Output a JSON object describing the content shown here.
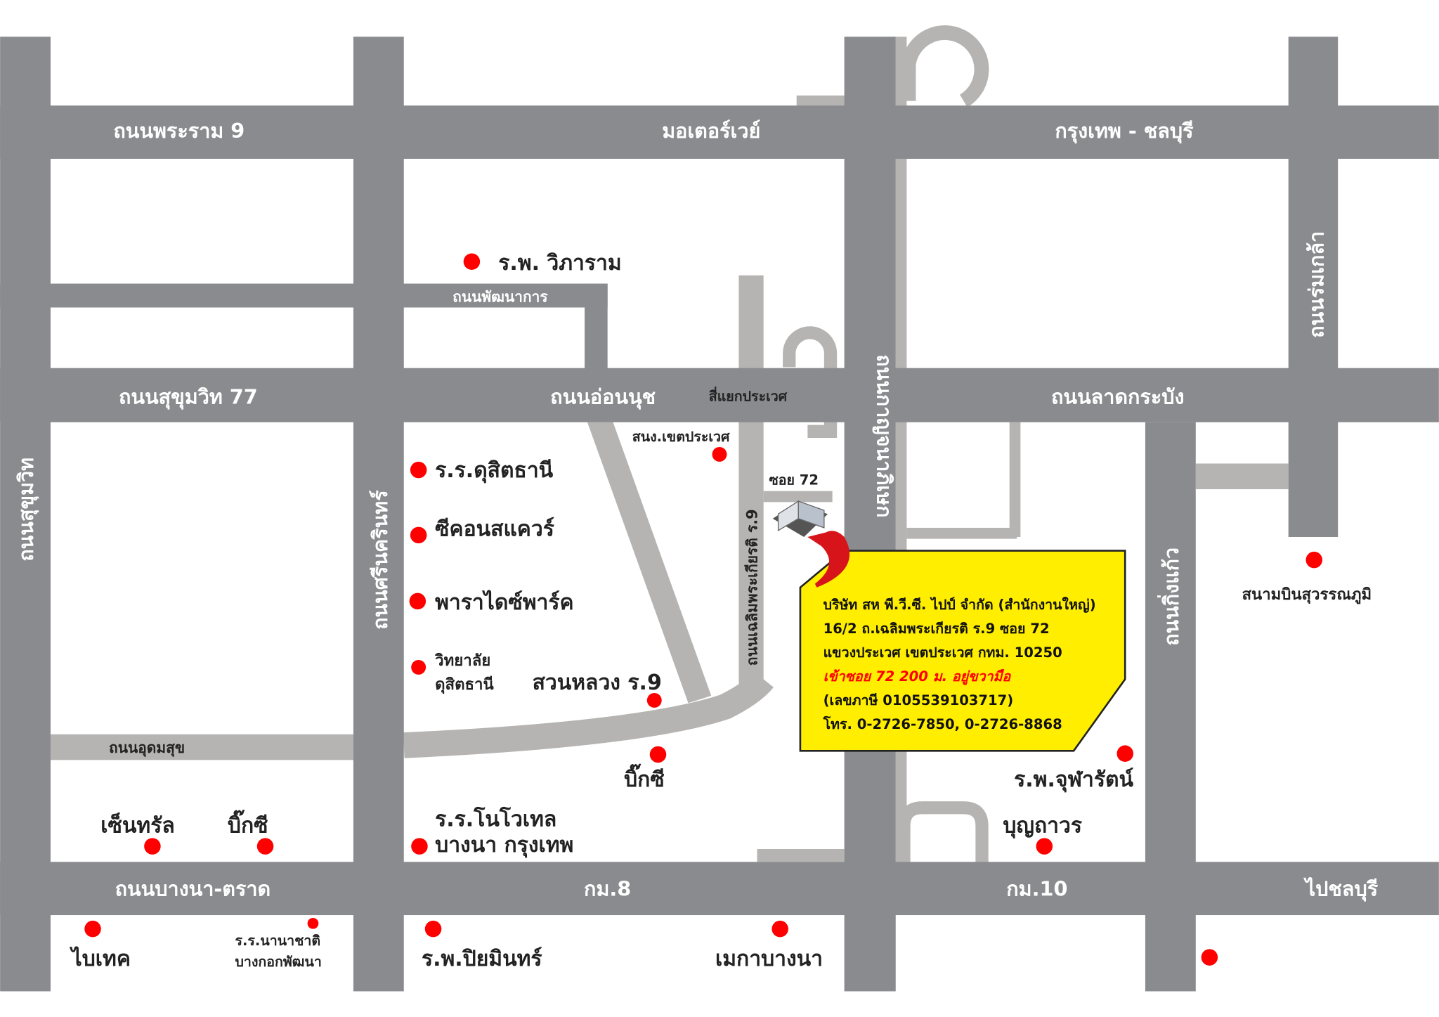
{
  "roads": {
    "rama9": "ถนนพระราม 9",
    "motorway": "มอเตอร์เวย์",
    "bkk_chonburi": "กรุงเทพ - ชลบุรี",
    "romklao": "ถนนร่มเกล้า",
    "phatthanakan": "ถนนพัฒนาการ",
    "sukhumvit77": "ถนนสุขุมวิท 77",
    "onnut": "ถนนอ่อนนุช",
    "siyaek_prawet": "สี่แยกประเวศ",
    "latkrabang": "ถนนลาดกระบัง",
    "kanchanaphisek": "ถนนกาญจนาภิเษก",
    "sukhumvit": "ถนนสุขุมวิท",
    "srinakarin": "ถนนศรีนครินทร์",
    "chaloem": "ถนนเฉลิมพระเกียรติ ร.9",
    "soi72": "ซอย 72",
    "kingkaew": "ถนนกิ่งแก้ว",
    "udomsuk": "ถนนอุดมสุข",
    "bangna_trat": "ถนนบางนา-ตราด",
    "km8": "กม.8",
    "km10": "กม.10",
    "to_chonburi": "ไปชลบุรี"
  },
  "places": {
    "vibharam": "ร.พ. วิภาราม",
    "prawet_office": "สนง.เขตประเวศ",
    "dusit_school": "ร.ร.ดุสิตธานี",
    "seacon": "ซีคอนสแควร์",
    "paradise": "พาราไดซ์พาร์ค",
    "dusit_college_1": "วิทยาลัย",
    "dusit_college_2": "ดุสิตธานี",
    "suanluang": "สวนหลวง ร.9",
    "bigc1": "บิ๊กซี",
    "central": "เซ็นทรัล",
    "bigc2": "บิ๊กซี",
    "novotel_1": "ร.ร.โนโวเทล",
    "novotel_2": "บางนา กรุงเทพ",
    "chularat": "ร.พ.จุฬารัตน์",
    "bunthavorn": "บุญถาวร",
    "airport": "สนามบินสุวรรณภูมิ",
    "bitec": "ไบเทค",
    "intl_school_1": "ร.ร.นานาชาติ",
    "intl_school_2": "บางกอกพัฒนา",
    "piyamin": "ร.พ.ปิยมินทร์",
    "mega": "เมกาบางนา"
  },
  "info_box": {
    "company": "บริษัท สห พี.วี.ซี. ไปป์ จำกัด (สำนักงานใหญ่)",
    "address1": "16/2 ถ.เฉลิมพระเกียรติ ร.9 ซอย 72",
    "address2": "แขวงประเวศ  เขตประเวศ  กทม. 10250",
    "directions": "เข้าซอย 72 200 ม. อยู่ขวามือ",
    "tax_id": "(เลขภาษี 0105539103717)",
    "phone": "โทร. 0-2726-7850, 0-2726-8868"
  },
  "colors": {
    "road_main": "#8a8b8f",
    "road_minor": "#b6b4b2",
    "marker": "#ff0000",
    "info_bg": "#ffee00",
    "directions": "#ff0000"
  }
}
